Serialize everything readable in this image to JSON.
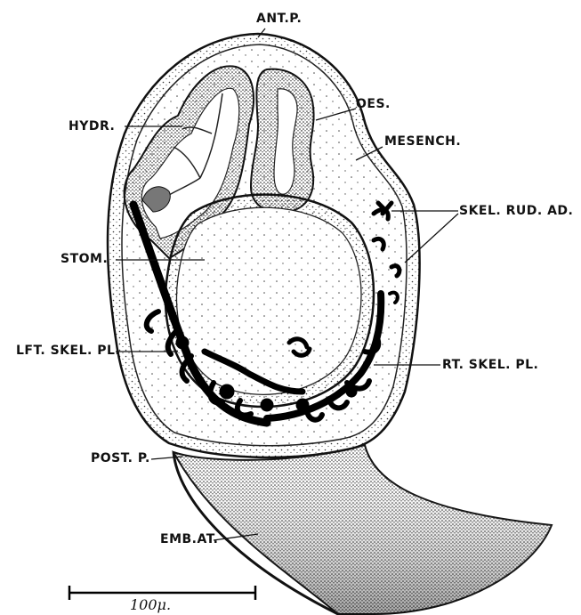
{
  "labels": {
    "ant_p": "ANT.P.",
    "oes": "OES.",
    "hydr": "HYDR.",
    "mesench": "MESENCH.",
    "skel_rud_ad": "SKEL. RUD. AD.",
    "stom": "STOM.",
    "lft_skel_pl": "LFT. SKEL. PL.",
    "rt_skel_pl": "RT. SKEL. PL.",
    "post_p": "POST. P.",
    "emb_at": "EMB.AT."
  },
  "scale_bar": {
    "label": "100μ."
  }
}
